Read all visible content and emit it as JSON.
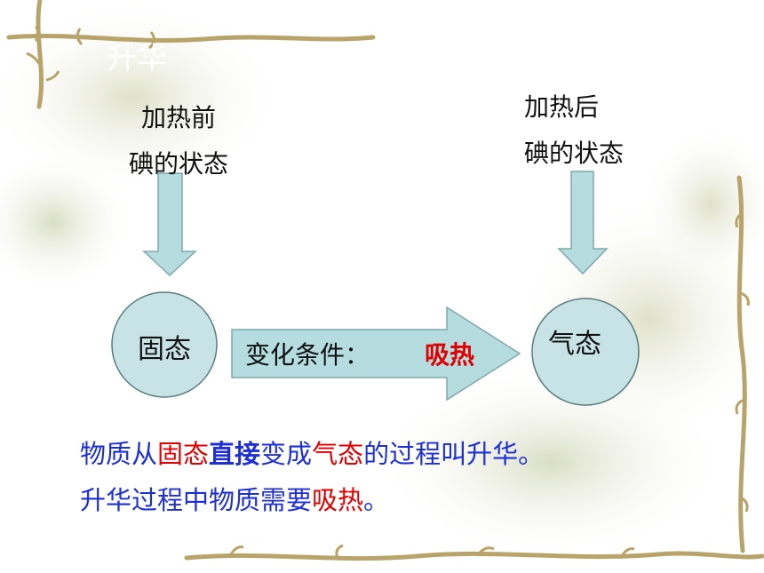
{
  "slide": {
    "title": "升华",
    "before_label": [
      "加热前",
      "碘的状态"
    ],
    "after_label": [
      "加热后",
      "碘的状态"
    ],
    "state_solid": "固态",
    "state_gas": "气态",
    "condition_label": "变化条件：",
    "condition_value": "吸热",
    "definition": {
      "p1": "物质从",
      "p2": "固态",
      "p3": "直接",
      "p4": "变成",
      "p5": "气态",
      "p6": "的过程叫升华。"
    },
    "second": {
      "p1": "升华过程中物质需要",
      "p2": "吸热",
      "p3": "。"
    },
    "colors": {
      "circle_fill": "#c7e3e5",
      "arrow_fill": "#b5dcde",
      "accent_red": "#e00000",
      "text_blue": "#1f2fd6",
      "vine": "#b8a36a"
    }
  }
}
